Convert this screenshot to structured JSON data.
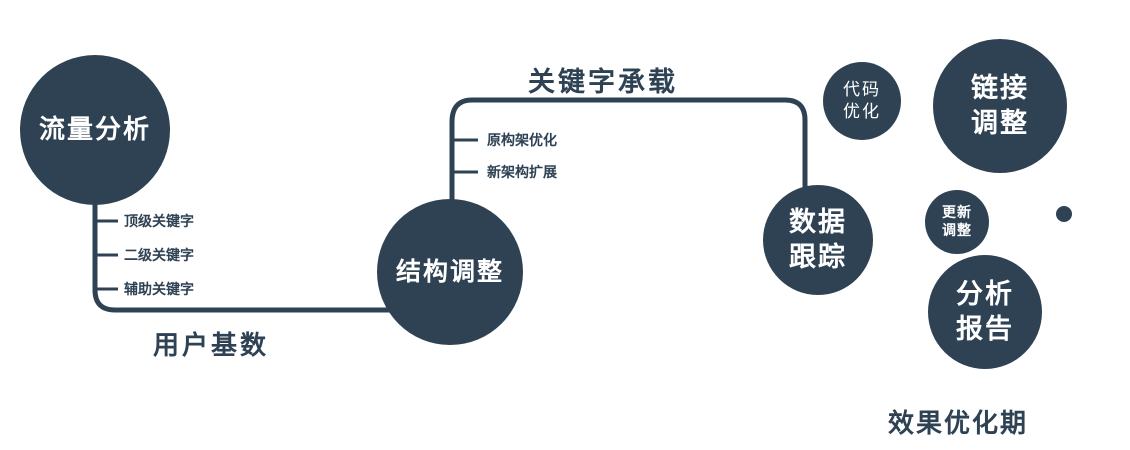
{
  "colors": {
    "node_fill": "#2e4254",
    "line": "#2e4254",
    "node_text": "#ffffff",
    "background": "#ffffff"
  },
  "nodes": {
    "traffic": {
      "label": "流量分析"
    },
    "structure": {
      "label": "结构调整"
    },
    "tracking": {
      "line1": "数据",
      "line2": "跟踪"
    },
    "code": {
      "line1": "代码",
      "line2": "优化"
    },
    "link": {
      "line1": "链接",
      "line2": "调整"
    },
    "update": {
      "line1": "更新",
      "line2": "调整"
    },
    "report": {
      "line1": "分析",
      "line2": "报告"
    }
  },
  "branch_labels": {
    "left": [
      "顶级关键字",
      "二级关键字",
      "辅助关键字"
    ],
    "middle": [
      "原构架优化",
      "新架构扩展"
    ]
  },
  "edge_labels": {
    "user_base": "用户基数",
    "keyword_carry": "关键字承载",
    "effect_phase": "效果优化期"
  }
}
